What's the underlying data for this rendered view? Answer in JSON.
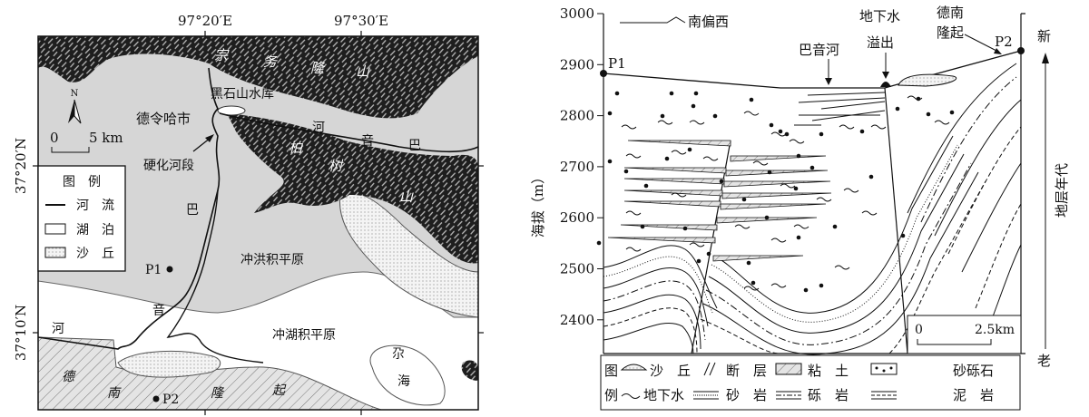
{
  "map": {
    "lon_labels": [
      "97°20′E",
      "97°30′E"
    ],
    "lat_labels": [
      "37°20′N",
      "37°10′N"
    ],
    "north": "N",
    "scale": {
      "zero": "0",
      "label": "5 km"
    },
    "places": {
      "reservoir": "黑石山水库",
      "city": "德令哈市",
      "hardened": "硬化河段",
      "alluvial": "冲洪积平原",
      "lacustrine": "冲湖积平原",
      "lake": [
        "尕",
        "海"
      ],
      "p1": "P1",
      "p2": "P2"
    },
    "river_chars": [
      "巴",
      "音",
      "河"
    ],
    "river_chars_lower": [
      "巴",
      "音",
      "河"
    ],
    "mountain_top": [
      "宗",
      "务",
      "隆",
      "山"
    ],
    "mountain_mid": [
      "柏",
      "树",
      "山"
    ],
    "uplift": [
      "德",
      "南",
      "隆",
      "起"
    ],
    "legend": {
      "title": "图　例",
      "items": [
        {
          "icon": "river-line",
          "label": "河　流"
        },
        {
          "icon": "lake-box",
          "label": "湖　泊"
        },
        {
          "icon": "dune-box",
          "label": "沙　丘"
        }
      ]
    }
  },
  "section": {
    "y_axis_label": "海拔（m）",
    "y_ticks": [
      "3000",
      "2900",
      "2800",
      "2700",
      "2600",
      "2500",
      "2400"
    ],
    "direction": "南偏西",
    "labels": {
      "p1": "P1",
      "p2": "P2",
      "river": "巴音河",
      "spring": [
        "地下水",
        "溢出"
      ],
      "uplift": [
        "德南",
        "隆起"
      ]
    },
    "scale": {
      "zero": "0",
      "label": "2.5km"
    },
    "age_axis": {
      "label": "地层年代",
      "new": "新",
      "old": "老"
    },
    "legend": {
      "title": [
        "图",
        "例"
      ],
      "row1": [
        "沙　丘",
        "断　层",
        "粘　土",
        "砂砾石"
      ],
      "row2": [
        "地下水",
        "砂　岩",
        "砾　岩",
        "泥　岩"
      ]
    }
  }
}
